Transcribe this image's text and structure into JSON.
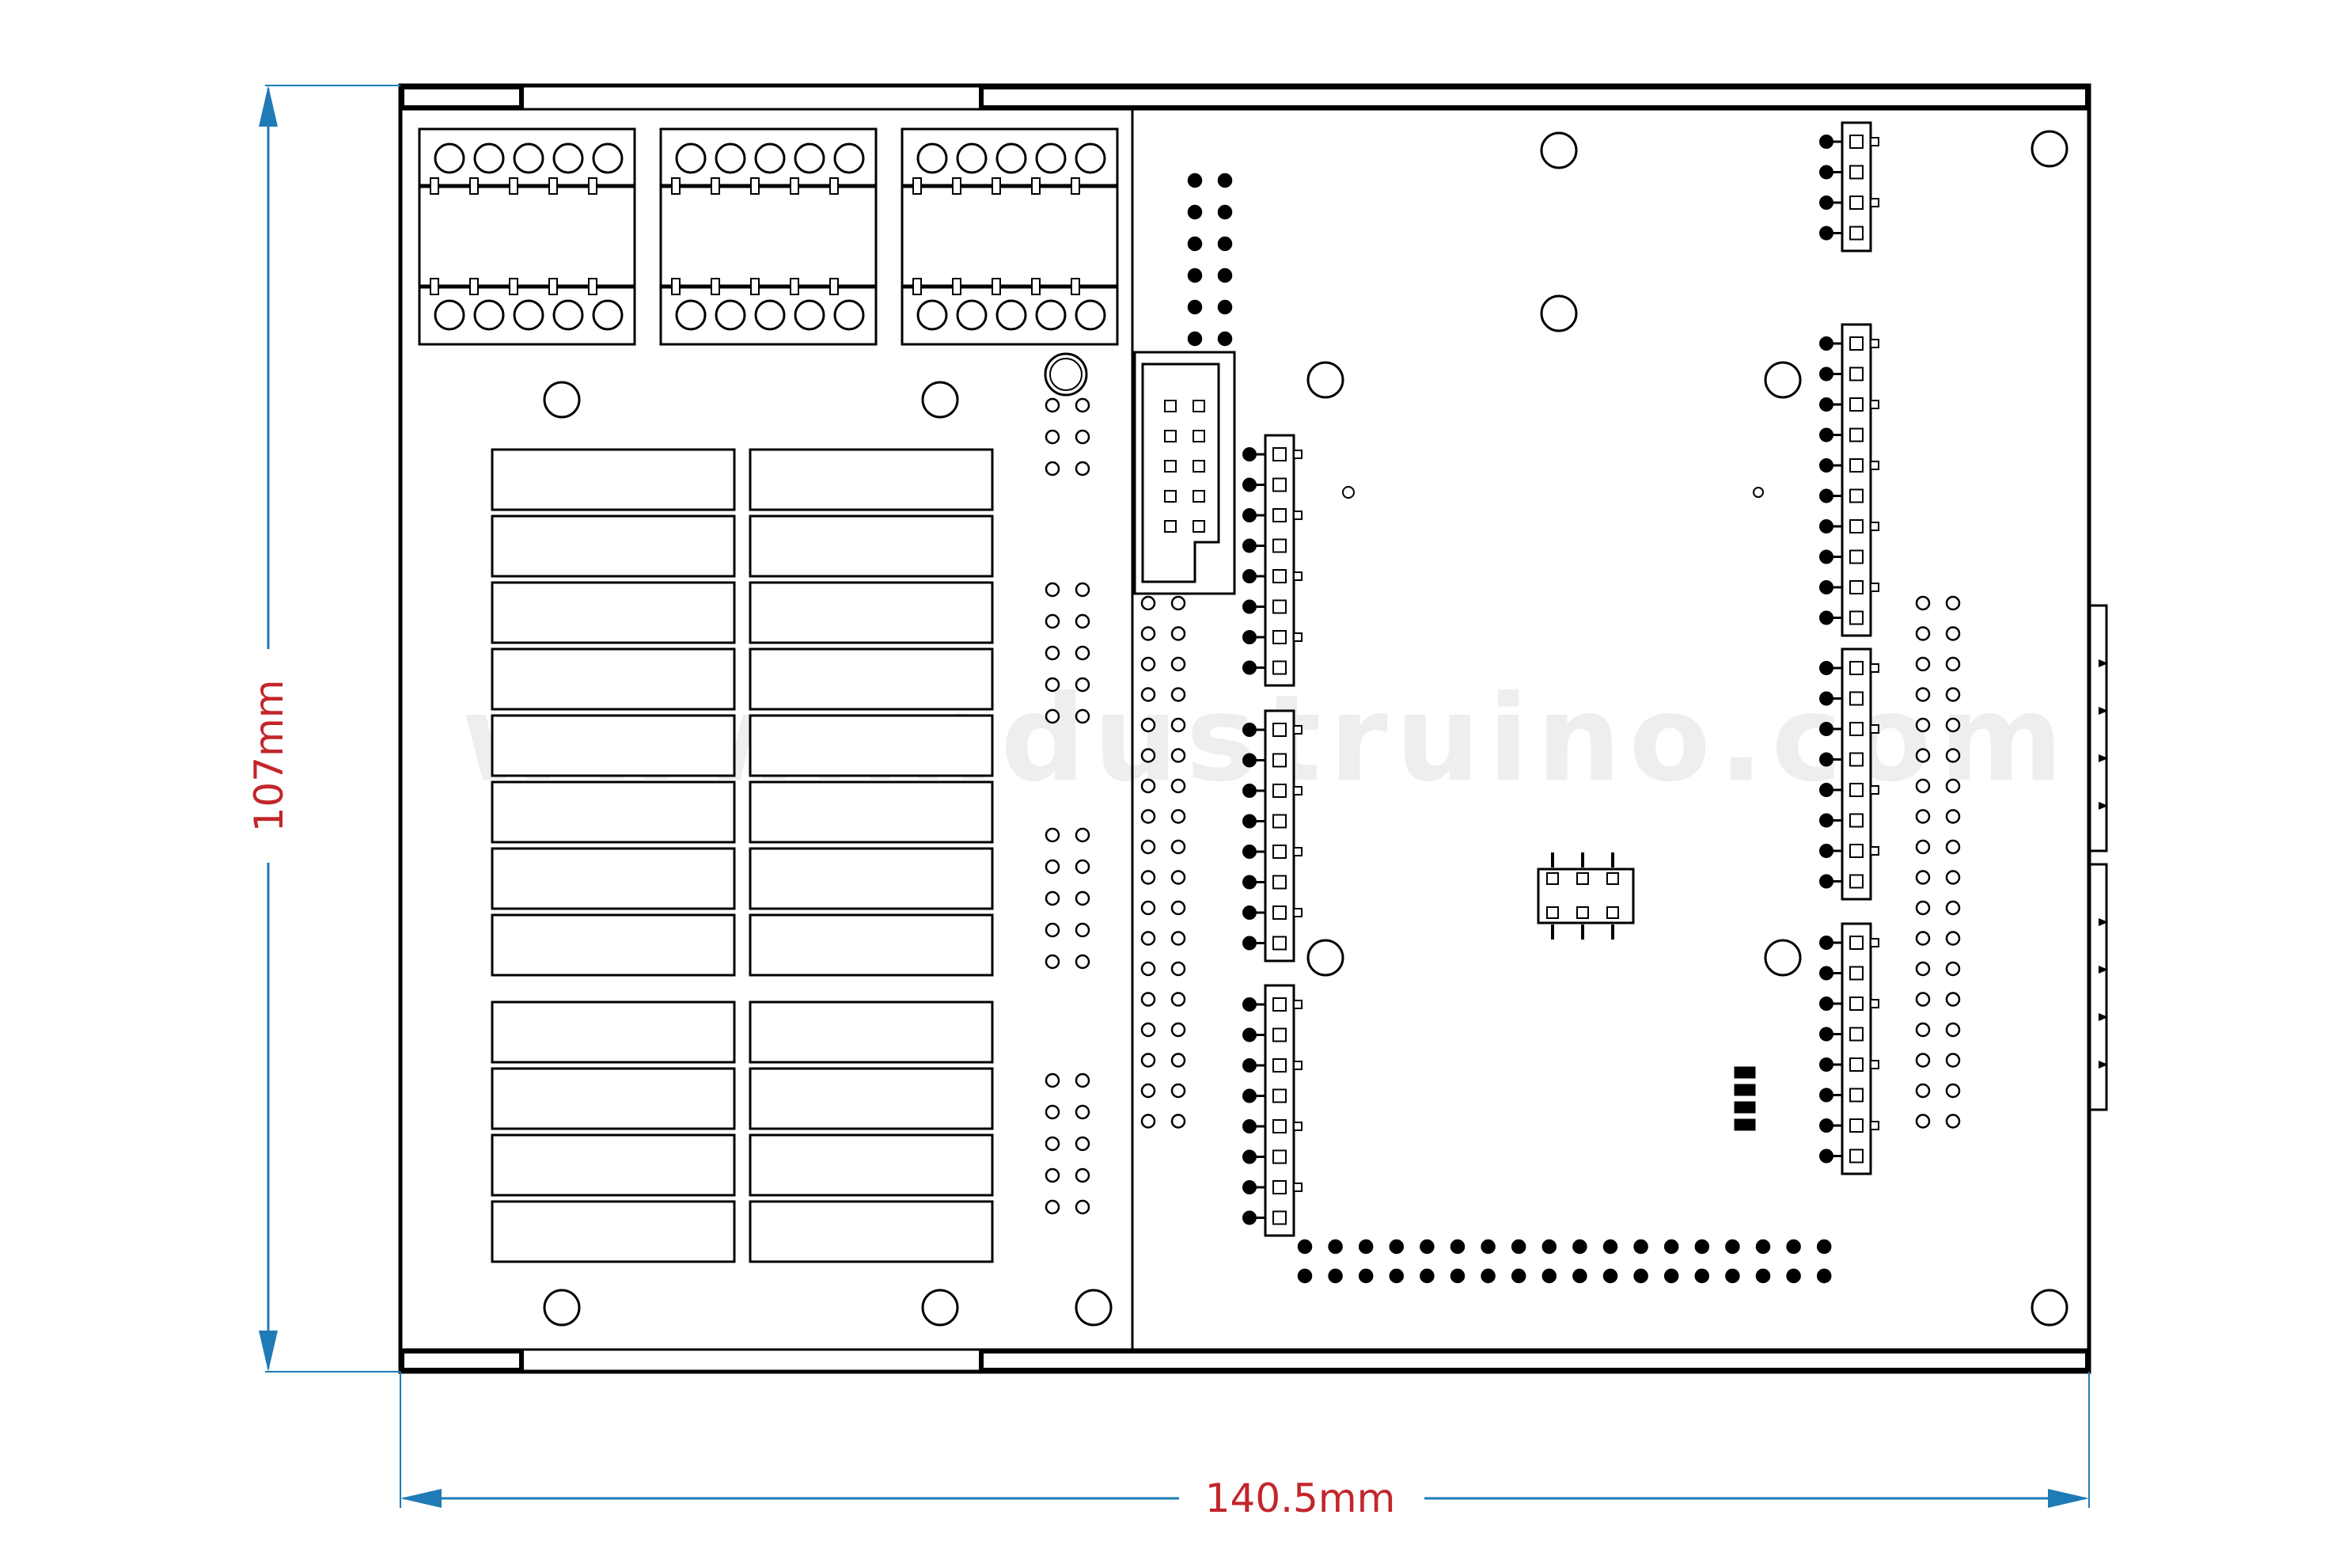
{
  "dimensions": {
    "height_label": "107mm",
    "width_label": "140.5mm"
  },
  "watermark": "www.industruino.com",
  "colors": {
    "dimension_line": "#1f7bb5",
    "dimension_text": "#c2262b",
    "board_outline": "#000000",
    "watermark": "#eeeeee"
  }
}
